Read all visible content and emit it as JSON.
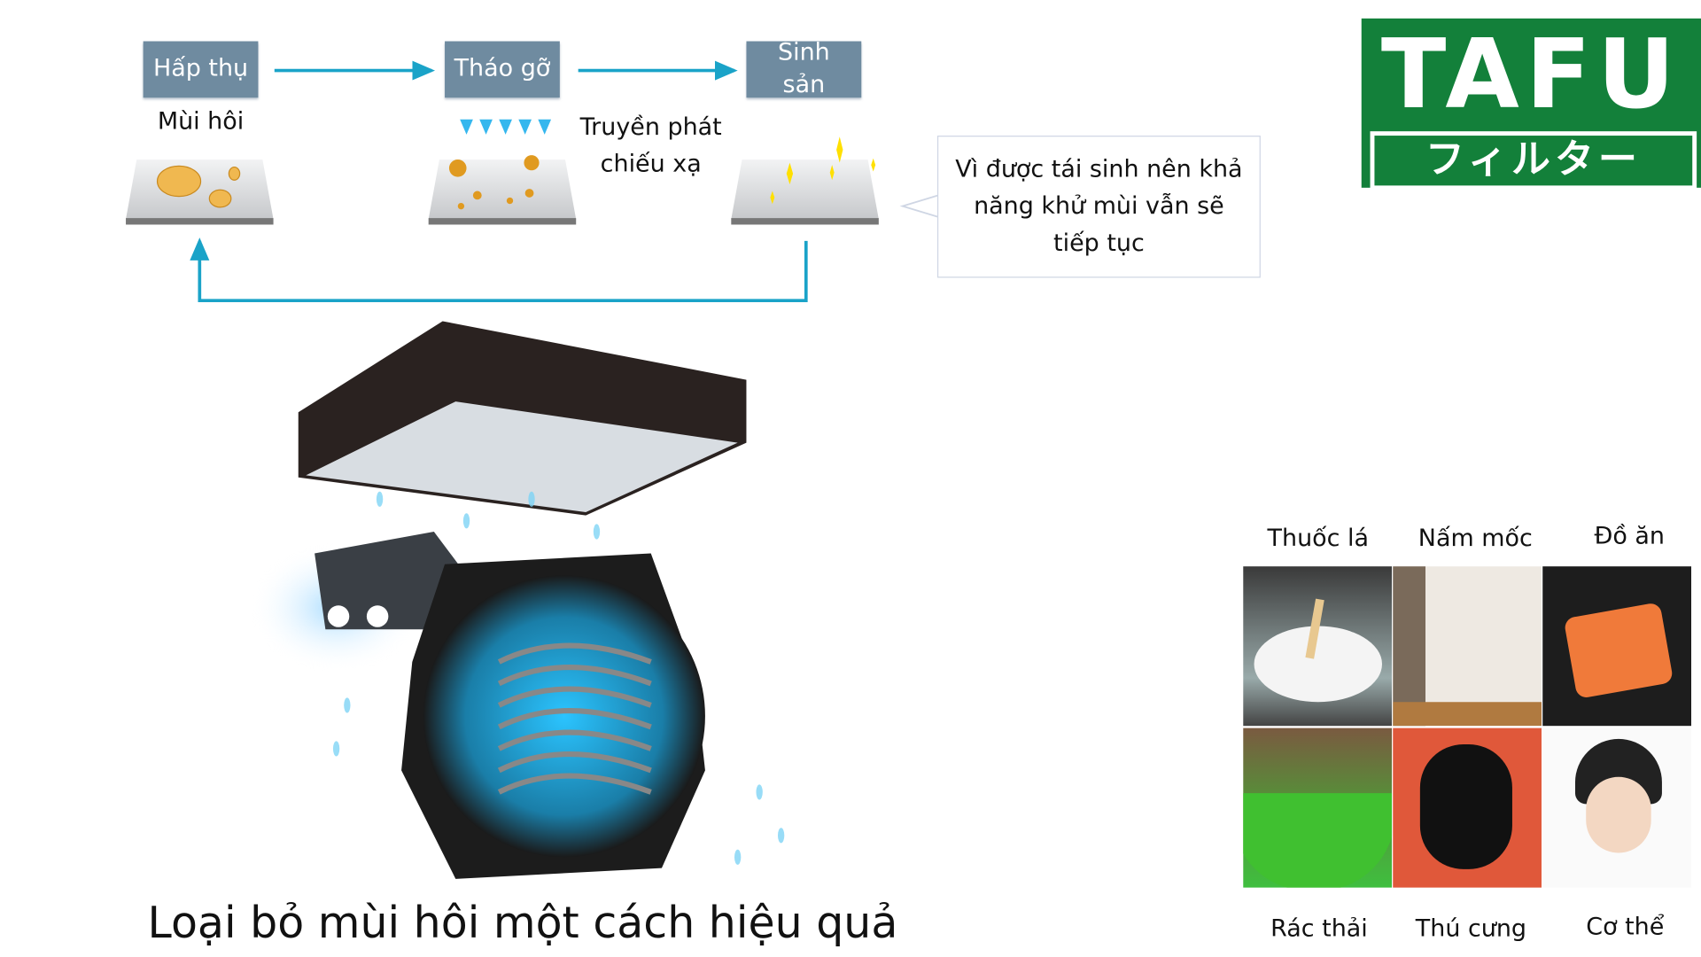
{
  "diagram": {
    "steps": [
      "Hấp thụ",
      "Tháo gỡ",
      "Sinh sản"
    ],
    "smell_label": "Mùi hôi",
    "irradiation_label": "Truyền phát chiếu xạ",
    "callout": "Vì được tái sinh nên khả năng khử mùi vẫn sẽ tiếp tục",
    "arrow_color": "#1aa3c8"
  },
  "logo": {
    "main": "TAFU",
    "sub": "フィルター",
    "color": "#13803a"
  },
  "title": "Loại bỏ mùi hôi một cách hiệu quả",
  "odor_sources": {
    "top": [
      "Thuốc lá",
      "Nấm mốc",
      "Đồ ăn"
    ],
    "bottom": [
      "Rác thải",
      "Thú cưng",
      "Cơ thể"
    ]
  }
}
